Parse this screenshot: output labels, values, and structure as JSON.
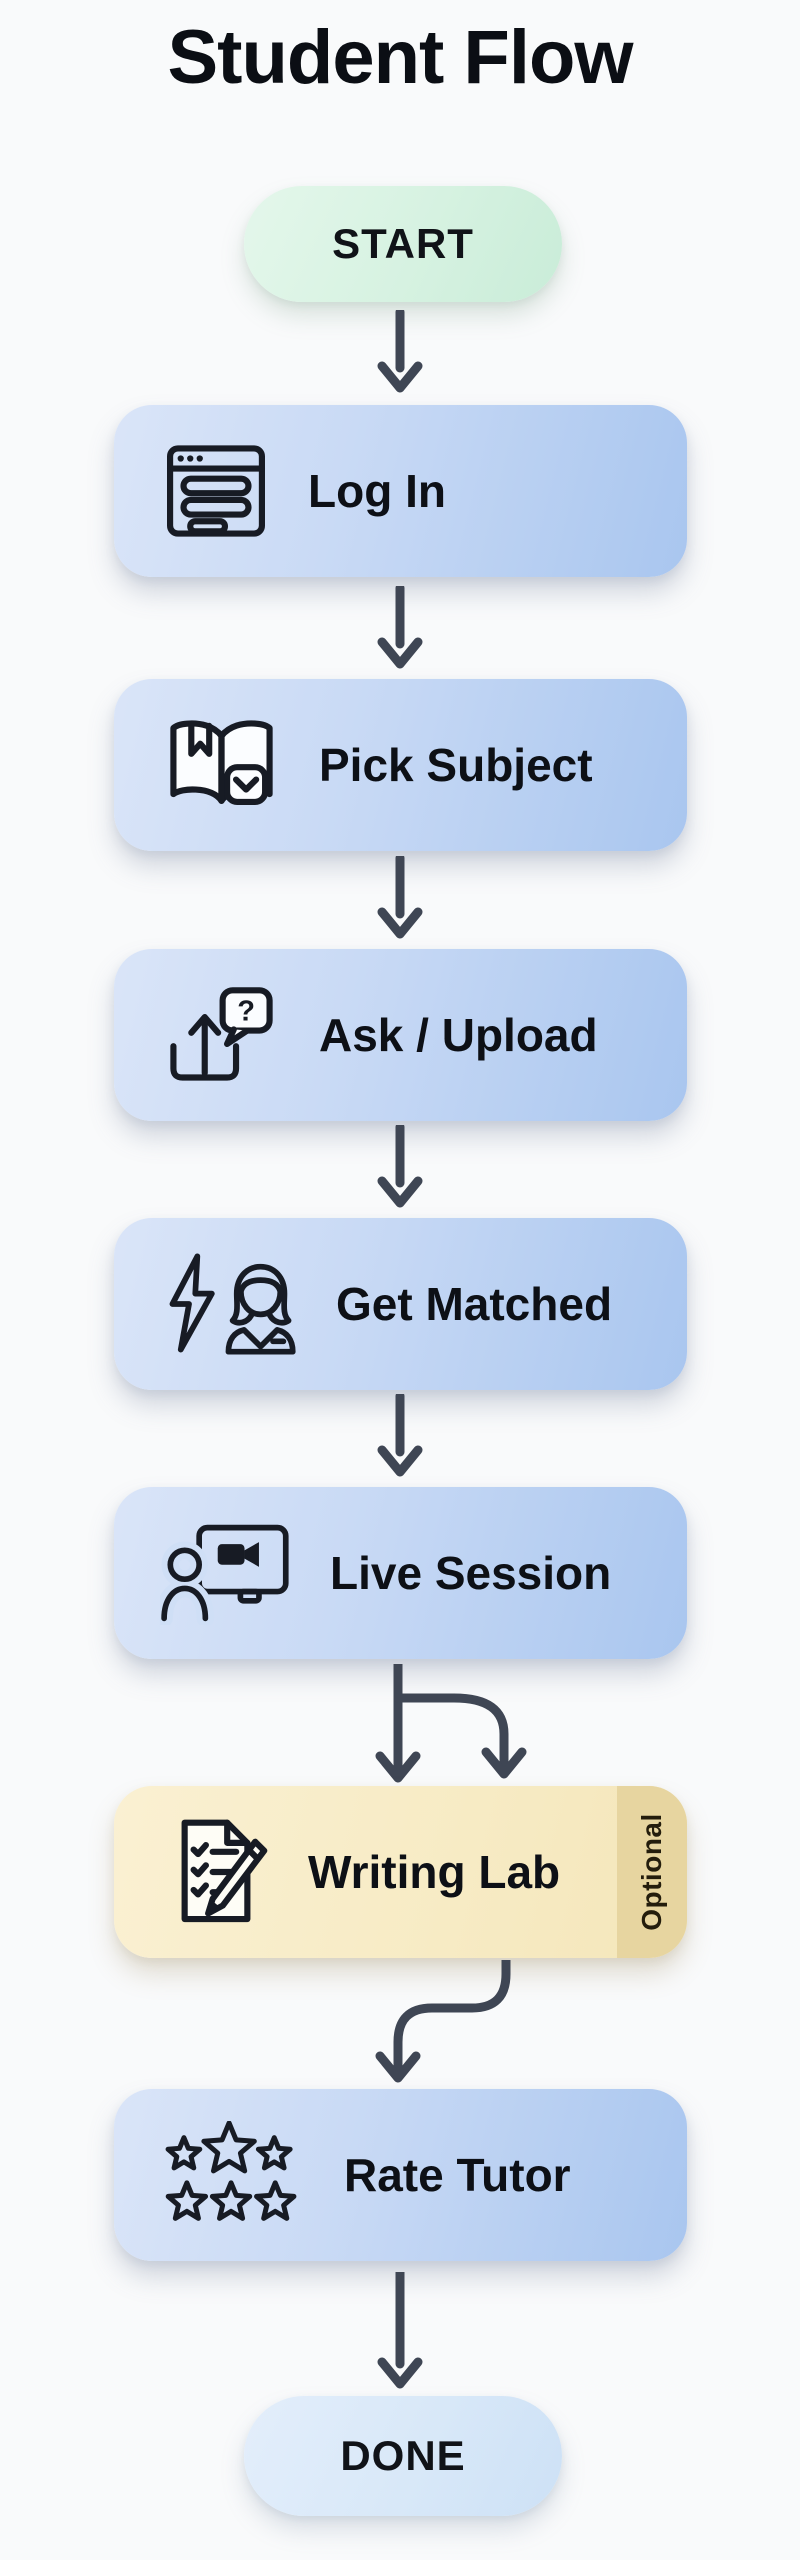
{
  "title": "Student Flow",
  "nodes": [
    {
      "id": "start",
      "type": "terminal",
      "label": "START",
      "fill": "#d6f2e1"
    },
    {
      "id": "log-in",
      "type": "step",
      "label": "Log In",
      "icon": "login-window-icon"
    },
    {
      "id": "pick-subject",
      "type": "step",
      "label": "Pick Subject",
      "icon": "book-dropdown-icon"
    },
    {
      "id": "ask-upload",
      "type": "step",
      "label": "Ask / Upload",
      "icon": "upload-question-icon"
    },
    {
      "id": "get-matched",
      "type": "step",
      "label": "Get Matched",
      "icon": "instant-match-tutor-icon"
    },
    {
      "id": "live-session",
      "type": "step",
      "label": "Live Session",
      "icon": "video-session-icon"
    },
    {
      "id": "writing-lab",
      "type": "step",
      "label": "Writing Lab",
      "icon": "checklist-pencil-icon",
      "badge": "Optional",
      "fill": "#f7ebc4",
      "badge_fill": "#e7d5a0"
    },
    {
      "id": "rate-tutor",
      "type": "step",
      "label": "Rate Tutor",
      "icon": "star-rating-icon"
    },
    {
      "id": "done",
      "type": "terminal",
      "label": "DONE",
      "fill": "#d8e8f8"
    }
  ],
  "edges": [
    {
      "from": "start",
      "to": "log-in"
    },
    {
      "from": "log-in",
      "to": "pick-subject"
    },
    {
      "from": "pick-subject",
      "to": "ask-upload"
    },
    {
      "from": "ask-upload",
      "to": "get-matched"
    },
    {
      "from": "get-matched",
      "to": "live-session"
    },
    {
      "from": "live-session",
      "to": "writing-lab",
      "style": "straight"
    },
    {
      "from": "live-session",
      "to": "writing-lab",
      "style": "branch-right"
    },
    {
      "from": "writing-lab",
      "to": "rate-tutor",
      "style": "s-curve"
    },
    {
      "from": "rate-tutor",
      "to": "done"
    }
  ],
  "colors": {
    "background": "#f9fafb",
    "step_gradient_start": "#dae5f8",
    "step_gradient_end": "#a9c6ef",
    "arrow": "#3f4654",
    "text": "#0d1016"
  }
}
